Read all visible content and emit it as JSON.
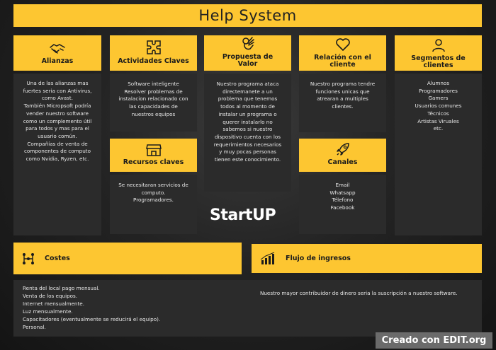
{
  "title": "Help System",
  "cards": {
    "alianzas": {
      "label": "Alianzas",
      "icon": "handshake-icon",
      "lines": [
        "Una de las alianzas mas",
        "fuertes seria con Antivirus,",
        "como Avast.",
        "También Micropsoft podría",
        "vender nuestro software",
        "como un complemento útil",
        "para todos y mas para el",
        "usuario común.",
        "Compañías de venta de",
        "componentes de computo",
        "como Nvidia, Ryzen, etc."
      ]
    },
    "actividades": {
      "label": "Actividades Claves",
      "icon": "puzzle-icon",
      "lines": [
        "Software inteligente",
        "Resolver problemas de",
        "instalacion relacionado con",
        "las capacidades de",
        "nuestros equipos"
      ]
    },
    "recursos": {
      "label": "Recursos claves",
      "icon": "store-icon",
      "lines": [
        "Se necesitaran servicios de",
        "computo.",
        "Programadores."
      ]
    },
    "propuesta": {
      "label_line1": "Propuesta de",
      "label_line2": "Valor",
      "icon": "ok-hand-icon",
      "lines": [
        "Nuestro programa ataca",
        "directemanete a un",
        "problema que tenemos",
        "todos al momento de",
        "instalar un programa o",
        "querer instalarlo no",
        "sabemos si nuestro",
        "dispositivo cuenta con los",
        "requerimientos necesarios",
        "y muy pocas personas",
        "tienen este conocimiento."
      ]
    },
    "relacion": {
      "label_line1": "Relación con el",
      "label_line2": "cliente",
      "icon": "heart-icon",
      "lines": [
        "Nuestro programa tendre",
        "funciones unicas que",
        "atrearan a multiples",
        "clientes."
      ]
    },
    "canales": {
      "label": "Canales",
      "icon": "rocket-icon",
      "lines": [
        "Email",
        "Whatsapp",
        "Télefono",
        "Facebook"
      ]
    },
    "segmentos": {
      "label_line1": "Segmentos de",
      "label_line2": "clientes",
      "icon": "user-icon",
      "lines": [
        "Alumnos",
        "Programadores",
        "Gamers",
        "Usuarios comunes",
        "Técnicos",
        "Artistas Viruales",
        "etc."
      ]
    }
  },
  "costes": {
    "label": "Costes",
    "icon": "network-icon",
    "lines": [
      "Renta del local pago mensual.",
      "Venta de los equipos.",
      "Internet mensualmente.",
      "Luz mensualmente.",
      "Capacitadores (eventualmente se reducirá el equipo).",
      "Personal."
    ]
  },
  "ingresos": {
    "label": "Flujo de ingresos",
    "icon": "bar-chart-icon",
    "text": "Nuestro mayor contribuidor de dinero seria la suscripción a nuestro software."
  },
  "logo": "StartUP",
  "watermark": "Creado con EDIT.org",
  "colors": {
    "accent": "#fdc631",
    "panel": "#2b2b2b"
  }
}
